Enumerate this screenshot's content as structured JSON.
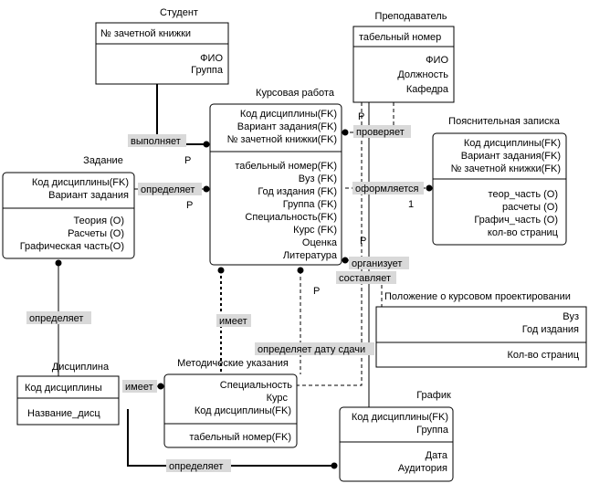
{
  "entities": {
    "student": {
      "title": "Студент",
      "key": [
        "№ зачетной книжки"
      ],
      "attrs": [
        "ФИО",
        "Группа"
      ]
    },
    "teacher": {
      "title": "Преподаватель",
      "key": [
        "табельный номер"
      ],
      "attrs": [
        "ФИО",
        "Должность",
        "Кафедра"
      ]
    },
    "coursework": {
      "title": "Курсовая работа",
      "key": [
        "Код дисциплины(FK)",
        "Вариант задания(FK)",
        "№ зачетной книжки(FK)"
      ],
      "attrs": [
        "табельный номер(FK)",
        "Вуз (FK)",
        "Год издания (FK)",
        "Группа (FK)",
        "Специальность(FK)",
        "Курс (FK)",
        "Оценка",
        "Литература"
      ]
    },
    "note": {
      "title": "Пояснительная записка",
      "key": [
        "Код дисциплины(FK)",
        "Вариант задания(FK)",
        "№ зачетной книжки(FK)"
      ],
      "attrs": [
        "теор_часть (О)",
        "расчеты (О)",
        "Графич_часть (О)",
        "кол-во страниц"
      ]
    },
    "task": {
      "title": "Задание",
      "key": [
        "Код дисциплины(FK)",
        "Вариант задания"
      ],
      "attrs": [
        "Теория (О)",
        "Расчеты  (О)",
        "Графическая часть(О)"
      ]
    },
    "regulation": {
      "title": "Положение о курсовом проектировании",
      "key": [
        "Вуз",
        "Год издания"
      ],
      "attrs": [
        "Кол-во страниц"
      ]
    },
    "discipline": {
      "title": "Дисциплина",
      "key": [
        "Код дисциплины"
      ],
      "attrs": [
        "Название_дисц"
      ]
    },
    "method": {
      "title": "Методические указания",
      "key": [
        "Специальность",
        "Курс",
        "Код дисциплины(FK)"
      ],
      "attrs": [
        "табельный номер(FK)"
      ]
    },
    "schedule": {
      "title": "График",
      "key": [
        "Код дисциплины(FK)",
        "Группа"
      ],
      "attrs": [
        "Дата",
        "Аудитория"
      ]
    }
  },
  "relations": {
    "vypolnyaet": "выполняет",
    "opredelyaet_task": "определяет",
    "proveryaet": "проверяет",
    "oformlyaetsya": "оформляется",
    "organizuet": "организует",
    "sostavlyaet": "составляет",
    "imeet_cw": "имеет",
    "opredelyaet_date": "определяет дату сдачи",
    "opredelyaet_disc": "определяет",
    "imeet_disc": "имеет",
    "opredelyaet_sched": "определяет"
  },
  "cardinality": {
    "p_student": "P",
    "p_task": "P",
    "p_teacher": "P",
    "one_note": "1",
    "p_organizuet": "P",
    "p_method": "P"
  }
}
